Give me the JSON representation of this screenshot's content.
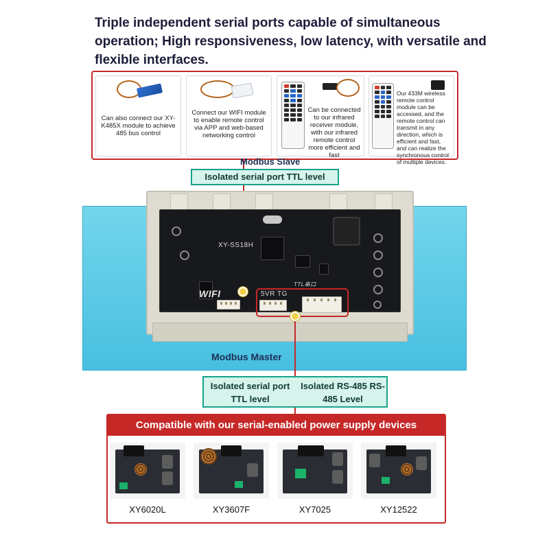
{
  "headline": "Triple independent serial ports capable of simultaneous operation;  High responsiveness, low latency, with versatile and flexible interfaces.",
  "cards": [
    {
      "caption": "Can also connect our XY-K485X module to achieve 485 bus control"
    },
    {
      "caption": "Connect our WIFI module to enable remote control via APP and web-based networking control"
    },
    {
      "caption": "Can be connected to our infrared receiver module, with our infrared remote control more efficient and fast"
    },
    {
      "caption": "Our 433M wireless remote control module can be accessed, and the remote control can transmit in any direction, which is efficient and fast, and can realize the synchronous control of multiple devices."
    }
  ],
  "slave": {
    "title": "Modbus Slave",
    "box": "Isolated serial port  TTL level"
  },
  "master": {
    "title": "Modbus Master",
    "left": "Isolated serial port  TTL level",
    "right": "Isolated RS-485 RS-485 Level"
  },
  "pcb": {
    "model": "XY-SS18H",
    "wifi": "WIFI",
    "conn": "5VR TG",
    "ttl": "TTL串口"
  },
  "compat": {
    "banner": "Compatible with our serial-enabled power supply devices",
    "products": [
      {
        "name": "XY6020L"
      },
      {
        "name": "XY3607F"
      },
      {
        "name": "XY7025"
      },
      {
        "name": "XY12522"
      }
    ]
  },
  "colors": {
    "accent_red": "#c62828",
    "teal": "#16a38a",
    "teal_fill": "#d6f3ec",
    "shelf_blue": "#48bfe0"
  }
}
